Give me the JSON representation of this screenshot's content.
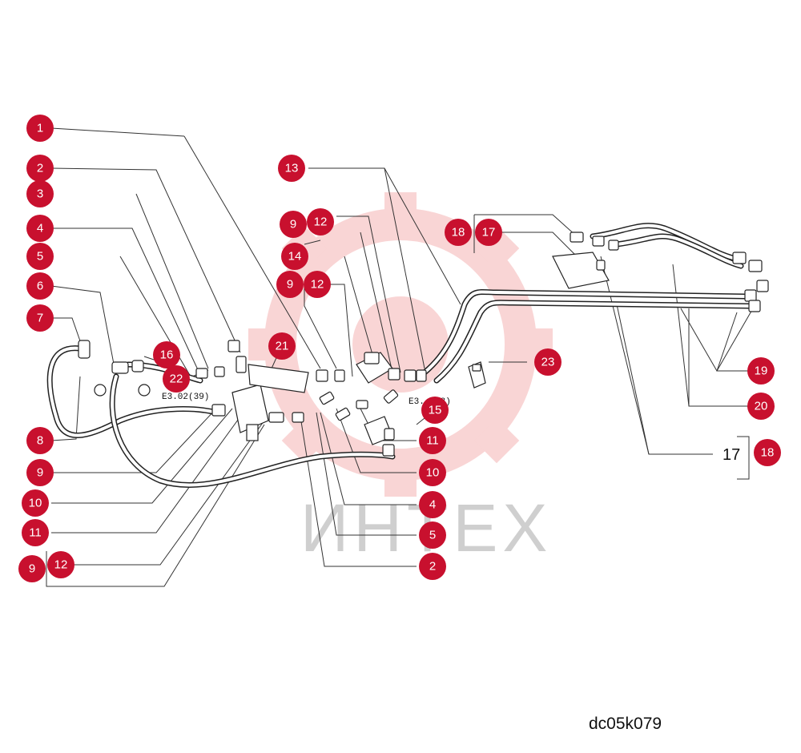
{
  "callouts": {
    "c1": "1",
    "c2": "2",
    "c3": "3",
    "c4": "4",
    "c5": "5",
    "c6": "6",
    "c7": "7",
    "c8": "8",
    "c9a": "9",
    "c10a": "10",
    "c11a": "11",
    "c9b": "9",
    "c12a": "12",
    "c16": "16",
    "c22": "22",
    "c21": "21",
    "c13": "13",
    "c9c": "9",
    "c12b": "12",
    "c14": "14",
    "c9d": "9",
    "c12c": "12",
    "c23": "23",
    "c15": "15",
    "c11b": "11",
    "c10b": "10",
    "c4b": "4",
    "c5b": "5",
    "c2b": "2",
    "c18a": "18",
    "c17a": "17",
    "c19": "19",
    "c20": "20",
    "c18b": "18"
  },
  "labels": {
    "ref_left": "E3.02(39)",
    "ref_right": "E3.  (28)",
    "plain_17": "17"
  },
  "watermark": {
    "text": "ИНТЕХ",
    "color": "#f3b9b9"
  },
  "drawing_code": "dc05k079",
  "colors": {
    "callout_fill": "#c8102e",
    "callout_text": "#ffffff"
  }
}
